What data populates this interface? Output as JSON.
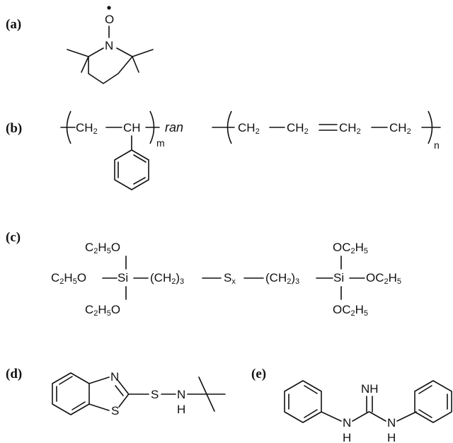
{
  "labels": {
    "a": "(a)",
    "b": "(b)",
    "c": "(c)",
    "d": "(d)",
    "e": "(e)"
  },
  "a": {
    "oxygen": "O",
    "nitrogen": "N"
  },
  "b": {
    "ch2": "CH",
    "ch": "CH",
    "two": "2",
    "ran": "ran",
    "m": "m",
    "n": "n"
  },
  "c": {
    "c2h5o": [
      "C",
      "2",
      "H",
      "5",
      "O"
    ],
    "oc2h5": [
      "OC",
      "2",
      "H",
      "5"
    ],
    "si": "Si",
    "ch2_3": [
      "(CH",
      "2",
      ")",
      "3"
    ],
    "sx": [
      "S",
      "x"
    ]
  },
  "d": {
    "n": "N",
    "s_ring": "S",
    "s_link": "S",
    "nh_n": "N",
    "nh_h": "H"
  },
  "e": {
    "nh_top": "NH",
    "h": "H",
    "n": "N"
  }
}
